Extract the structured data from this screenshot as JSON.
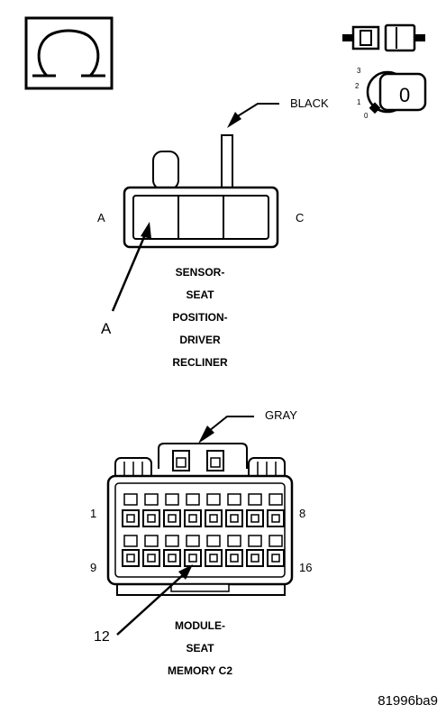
{
  "symbols": {
    "ohmmeter": "ohm-symbol",
    "connector_disconnect": "disconnected-connector-icon",
    "ignition_key": "ignition-key-icon"
  },
  "ignition": {
    "positions": [
      "3",
      "2",
      "1",
      "0"
    ],
    "key_label": "0"
  },
  "sensor_connector": {
    "color_label": "BLACK",
    "side_left": "A",
    "side_right": "C",
    "pin_callout": "A",
    "title_lines": [
      "SENSOR-",
      "SEAT",
      "POSITION-",
      "DRIVER",
      "RECLINER"
    ]
  },
  "module_connector": {
    "color_label": "GRAY",
    "pin_labels": {
      "top_left": "1",
      "top_right": "8",
      "bottom_left": "9",
      "bottom_right": "16"
    },
    "pin_callout": "12",
    "title_lines": [
      "MODULE-",
      "SEAT",
      "MEMORY C2"
    ]
  },
  "figure_id": "81996ba9"
}
